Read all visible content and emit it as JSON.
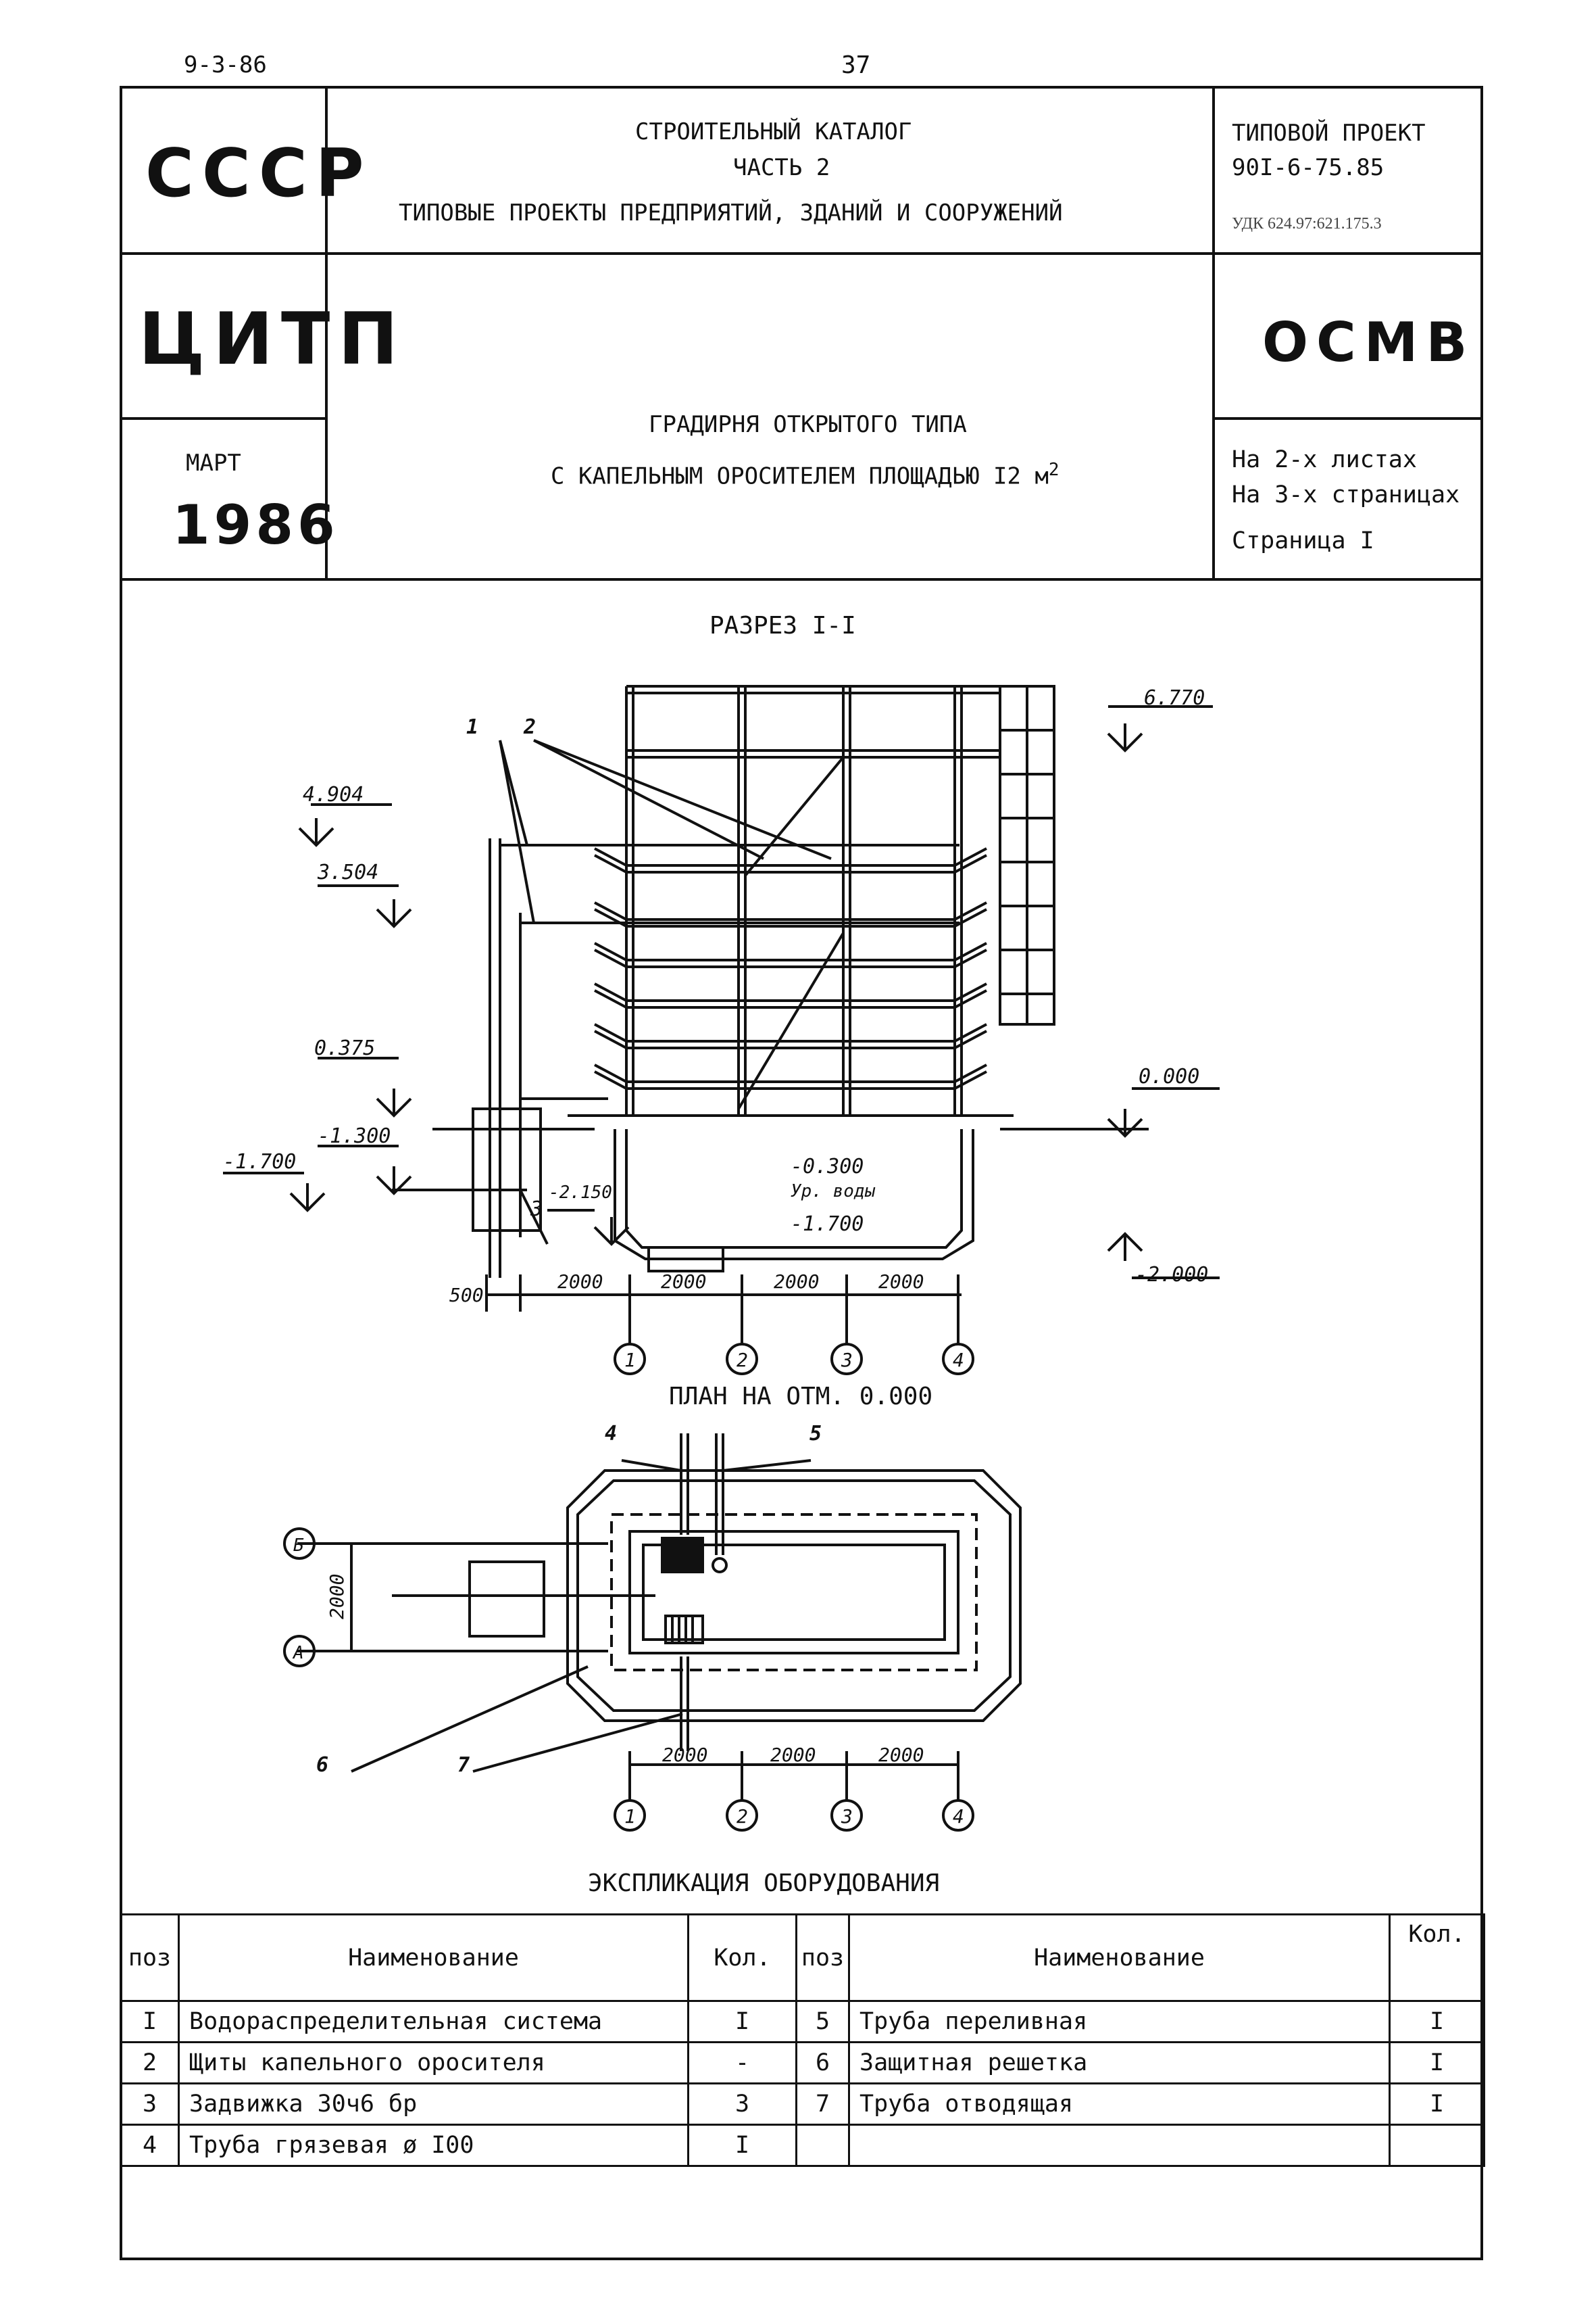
{
  "top_left_code": "9-3-86",
  "page_number": "37",
  "header": {
    "country": "СССР",
    "catalog_line1": "СТРОИТЕЛЬНЫЙ КАТАЛОГ",
    "catalog_line2": "ЧАСТЬ 2",
    "catalog_line3": "ТИПОВЫЕ ПРОЕКТЫ ПРЕДПРИЯТИЙ, ЗДАНИЙ И СООРУЖЕНИЙ",
    "project_label": "ТИПОВОЙ ПРОЕКТ",
    "project_number": "90I-6-75.85",
    "udk": "УДК 624.97:621.175.3",
    "org": "ЦИТП",
    "code": "ОСМВ",
    "month": "МАРТ",
    "year": "1986",
    "title_line1": "ГРАДИРНЯ ОТКРЫТОГО ТИПА",
    "title_line2": "С КАПЕЛЬНЫМ ОРОСИТЕЛЕМ ПЛОЩАДЬЮ I2 м",
    "title_sup": "2",
    "sheets": "На 2-х листах",
    "pages": "На 3-х страницах",
    "page_label": "Страница I"
  },
  "section": {
    "title": "РАЗРЕЗ I-I",
    "levels": [
      "6.770",
      "4.904",
      "3.504",
      "0.375",
      "0.000",
      "-1.300",
      "-1.700",
      "-2.150",
      "-0.300",
      "Ур. воды",
      "-1.700",
      "-2.000"
    ],
    "callouts": [
      "1",
      "2",
      "3"
    ],
    "dims": [
      "500",
      "2000",
      "2000",
      "2000",
      "2000"
    ],
    "axes": [
      "1",
      "2",
      "3",
      "4"
    ]
  },
  "plan": {
    "title": "ПЛАН НА ОТМ. 0.000",
    "callouts": [
      "4",
      "5",
      "6",
      "7"
    ],
    "dims": [
      "2000",
      "2000",
      "2000"
    ],
    "side_dim": "2000",
    "axes": [
      "1",
      "2",
      "3",
      "4"
    ],
    "row_axes": [
      "Б",
      "А"
    ]
  },
  "equipment": {
    "title": "ЭКСПЛИКАЦИЯ ОБОРУДОВАНИЯ",
    "headers": {
      "pos": "поз",
      "name": "Наименование",
      "qty": "Кол."
    },
    "left": [
      {
        "pos": "I",
        "name": "Водораспределительная система",
        "qty": "I"
      },
      {
        "pos": "2",
        "name": "Щиты капельного оросителя",
        "qty": "-"
      },
      {
        "pos": "3",
        "name": "Задвижка 30ч6 бр",
        "qty": "3"
      },
      {
        "pos": "4",
        "name": "Труба грязевая ø I00",
        "qty": "I"
      }
    ],
    "right": [
      {
        "pos": "5",
        "name": "Труба переливная",
        "qty": "I"
      },
      {
        "pos": "6",
        "name": "Защитная решетка",
        "qty": "I"
      },
      {
        "pos": "7",
        "name": "Труба отводящая",
        "qty": "I"
      },
      {
        "pos": "",
        "name": "",
        "qty": ""
      }
    ]
  }
}
